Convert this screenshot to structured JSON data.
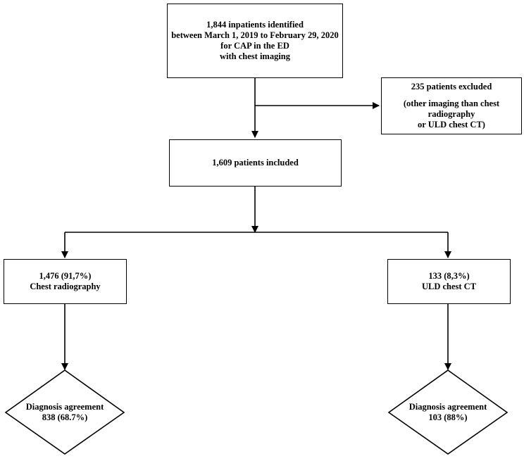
{
  "boxes": {
    "identified": {
      "lines": [
        "1,844 inpatients identified",
        "between March 1, 2019 to February 29, 2020",
        "for CAP in the ED",
        "with chest imaging"
      ]
    },
    "excluded": {
      "title": "235 patients excluded",
      "lines": [
        "(other imaging than chest radiography",
        "or ULD chest CT)"
      ]
    },
    "included": {
      "lines": [
        "1,609 patients included"
      ]
    },
    "radiography": {
      "lines": [
        "1,476 (91,7%)",
        "Chest radiography"
      ]
    },
    "uld_ct": {
      "lines": [
        "133  (8,3%)",
        "ULD chest CT"
      ]
    }
  },
  "diamonds": {
    "radiography_agreement": {
      "lines": [
        "Diagnosis agreement",
        "838 (68.7%)"
      ]
    },
    "ct_agreement": {
      "lines": [
        "Diagnosis agreement",
        "103 (88%)"
      ]
    }
  }
}
